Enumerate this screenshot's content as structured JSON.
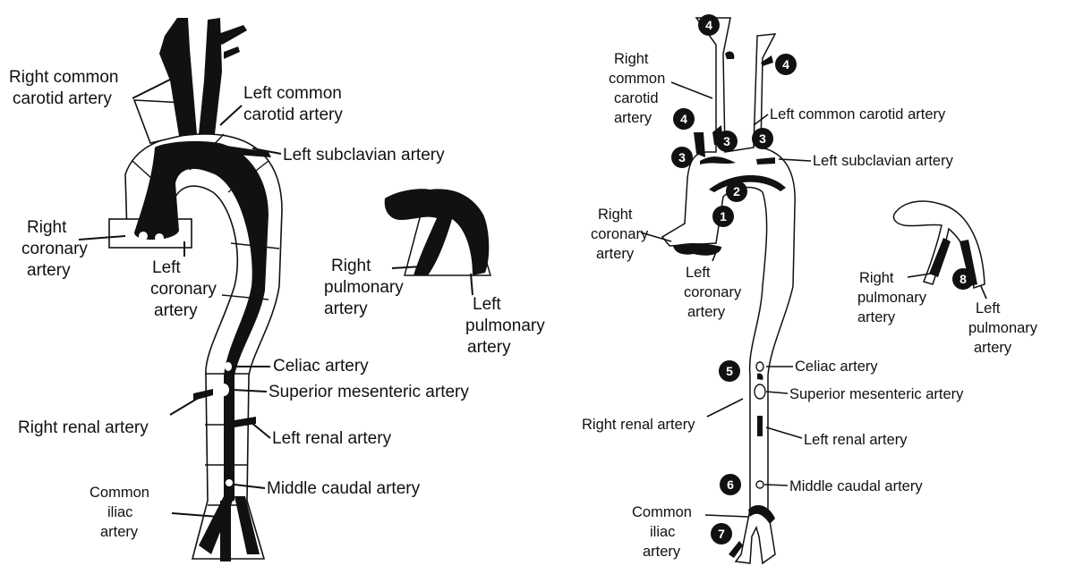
{
  "left_diagram": {
    "labels": {
      "right_common_carotid": [
        "Right common",
        "carotid artery"
      ],
      "left_common_carotid": [
        "Left common",
        "carotid artery"
      ],
      "left_subclavian": "Left subclavian artery",
      "right_coronary": [
        "Right",
        "coronary",
        "artery"
      ],
      "left_coronary": [
        "Left",
        "coronary",
        "artery"
      ],
      "right_pulmonary": [
        "Right",
        "pulmonary",
        "artery"
      ],
      "left_pulmonary": [
        "Left",
        "pulmonary",
        "artery"
      ],
      "celiac": "Celiac artery",
      "superior_mesenteric": "Superior mesenteric artery",
      "right_renal": "Right renal artery",
      "left_renal": "Left renal artery",
      "middle_caudal": "Middle caudal artery",
      "common_iliac": [
        "Common",
        "iliac",
        "artery"
      ]
    }
  },
  "right_diagram": {
    "labels": {
      "right_common_carotid": [
        "Right",
        "common",
        "carotid",
        "artery"
      ],
      "left_common_carotid": "Left common carotid artery",
      "left_subclavian": "Left subclavian artery",
      "right_coronary": [
        "Right",
        "coronary",
        "artery"
      ],
      "left_coronary": [
        "Left",
        "coronary",
        "artery"
      ],
      "right_pulmonary": [
        "Right",
        "pulmonary",
        "artery"
      ],
      "left_pulmonary": [
        "Left",
        "pulmonary",
        "artery"
      ],
      "celiac": "Celiac artery",
      "superior_mesenteric": "Superior mesenteric artery",
      "right_renal": "Right renal artery",
      "left_renal": "Left renal artery",
      "middle_caudal": "Middle caudal artery",
      "common_iliac": [
        "Common",
        "iliac",
        "artery"
      ]
    },
    "badges": [
      "4",
      "4",
      "4",
      "3",
      "3",
      "3",
      "2",
      "1",
      "5",
      "6",
      "7",
      "8"
    ]
  }
}
